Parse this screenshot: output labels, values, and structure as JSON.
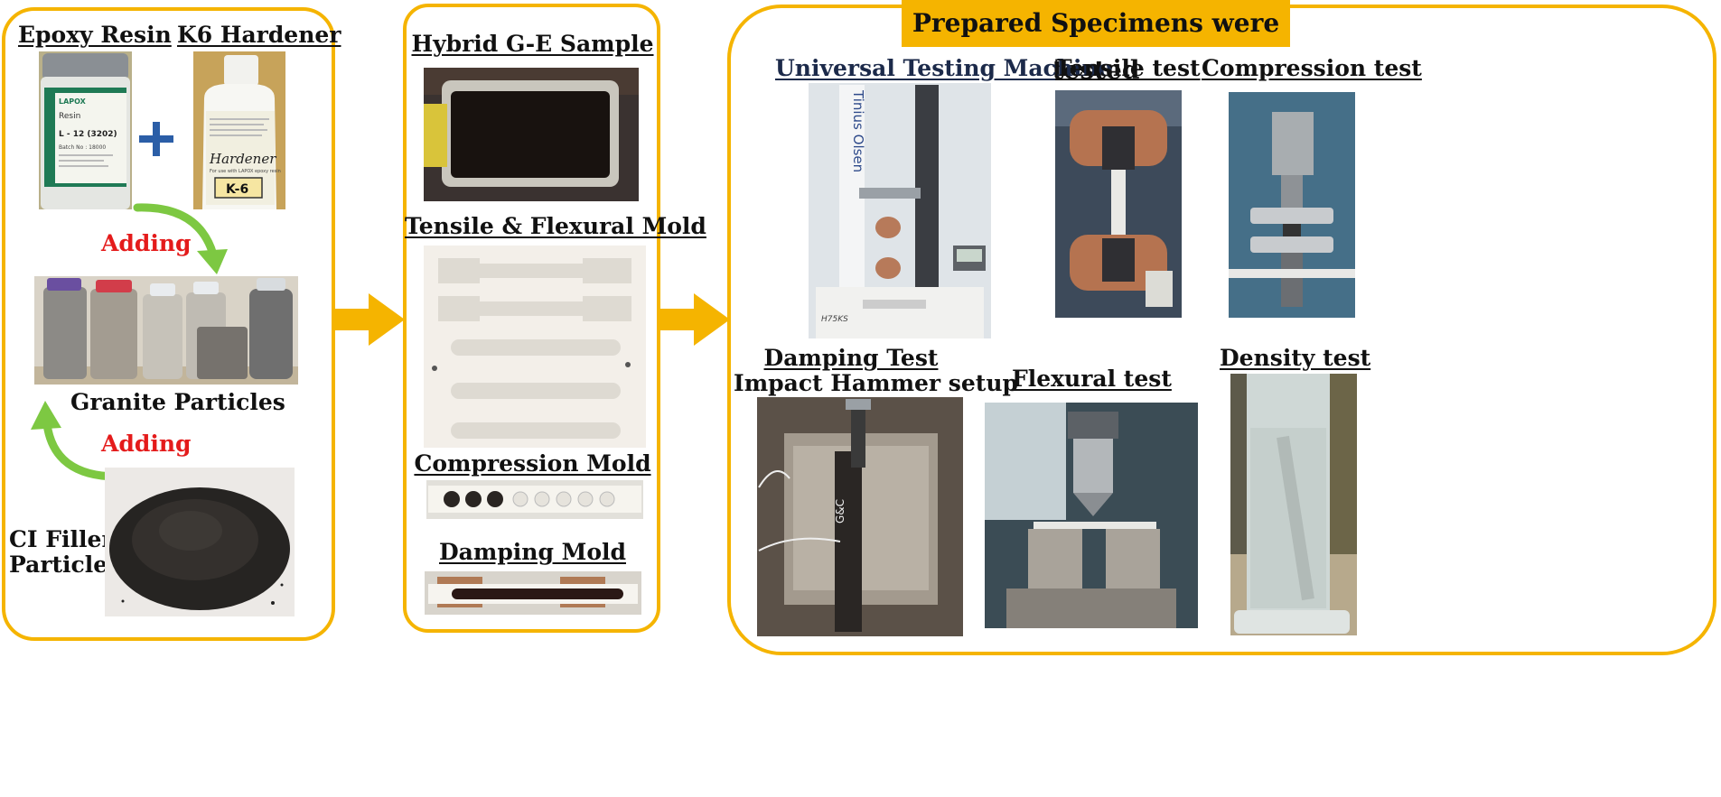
{
  "left_panel": {
    "epoxy_resin": "Epoxy Resin",
    "k6_hardener": "K6 Hardener",
    "adding_top": "Adding",
    "granite_particles": "Granite Particles",
    "adding_bottom": "Adding",
    "ci_filler_line1": "CI Filler",
    "ci_filler_line2": "Particles",
    "resin_jar": {
      "brand": "LAPOX",
      "word": "Resin",
      "code": "L - 12 (3202)",
      "batch": "Batch No : 18000"
    },
    "hardener_bottle": {
      "word": "Hardener",
      "code": "K-6",
      "note": "For use with LAPOX epoxy resin"
    }
  },
  "middle_panel": {
    "hybrid_sample": "Hybrid G-E Sample",
    "tensile_flexural_mold": "Tensile & Flexural Mold",
    "compression_mold": "Compression Mold",
    "damping_mold": "Damping Mold"
  },
  "right_panel": {
    "banner": "Prepared Specimens were tested",
    "utm": "Universal Testing Machine",
    "utm_brand": "Tinius Olsen",
    "utm_model": "H75KS",
    "tensile_test": "Tensile test",
    "compression_test": "Compression  test",
    "damping_line1": "Damping Test",
    "damping_line2": "Impact Hammer setup",
    "damping_specimen_mark": "G&C",
    "flexural_test": "Flexural test",
    "density_test": "Density test"
  },
  "colors": {
    "panel_border": "#f5b400",
    "flow_arrow": "#f5b400",
    "curved_arrow": "#7dc842",
    "plus_sign": "#2b5ea7",
    "adding_text": "#e41b1b",
    "right_heading_text": "#1c2a4a"
  },
  "icons": [
    "plus-icon",
    "flow-arrow-icon",
    "curved-arrow-icon"
  ]
}
